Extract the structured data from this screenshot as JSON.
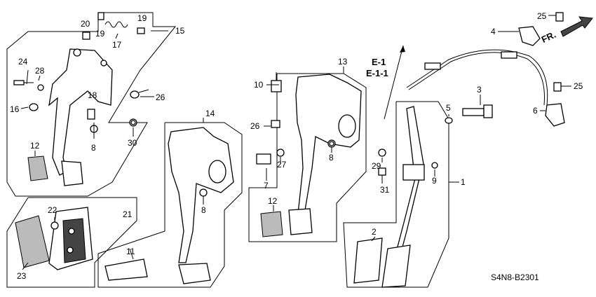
{
  "diagram": {
    "code": "S4N8-B2301",
    "fr_label": "FR.",
    "ref_labels": [
      "E-1",
      "E-1-1"
    ],
    "callouts": [
      {
        "id": "c1",
        "label": "1"
      },
      {
        "id": "c2",
        "label": "2"
      },
      {
        "id": "c3",
        "label": "3"
      },
      {
        "id": "c4",
        "label": "4"
      },
      {
        "id": "c5",
        "label": "5"
      },
      {
        "id": "c6",
        "label": "6"
      },
      {
        "id": "c7",
        "label": "7"
      },
      {
        "id": "c8a",
        "label": "8"
      },
      {
        "id": "c8b",
        "label": "8"
      },
      {
        "id": "c8c",
        "label": "8"
      },
      {
        "id": "c9",
        "label": "9"
      },
      {
        "id": "c10",
        "label": "10"
      },
      {
        "id": "c11",
        "label": "11"
      },
      {
        "id": "c12a",
        "label": "12"
      },
      {
        "id": "c12b",
        "label": "12"
      },
      {
        "id": "c13",
        "label": "13"
      },
      {
        "id": "c14",
        "label": "14"
      },
      {
        "id": "c15",
        "label": "15"
      },
      {
        "id": "c16",
        "label": "16"
      },
      {
        "id": "c17",
        "label": "17"
      },
      {
        "id": "c18",
        "label": "18"
      },
      {
        "id": "c19a",
        "label": "19"
      },
      {
        "id": "c19b",
        "label": "19"
      },
      {
        "id": "c20",
        "label": "20"
      },
      {
        "id": "c21",
        "label": "21"
      },
      {
        "id": "c22",
        "label": "22"
      },
      {
        "id": "c23",
        "label": "23"
      },
      {
        "id": "c24",
        "label": "24"
      },
      {
        "id": "c25a",
        "label": "25"
      },
      {
        "id": "c25b",
        "label": "25"
      },
      {
        "id": "c26a",
        "label": "26"
      },
      {
        "id": "c26b",
        "label": "26"
      },
      {
        "id": "c27",
        "label": "27"
      },
      {
        "id": "c28",
        "label": "28"
      },
      {
        "id": "c29",
        "label": "29"
      },
      {
        "id": "c30",
        "label": "30"
      },
      {
        "id": "c31",
        "label": "31"
      }
    ]
  }
}
